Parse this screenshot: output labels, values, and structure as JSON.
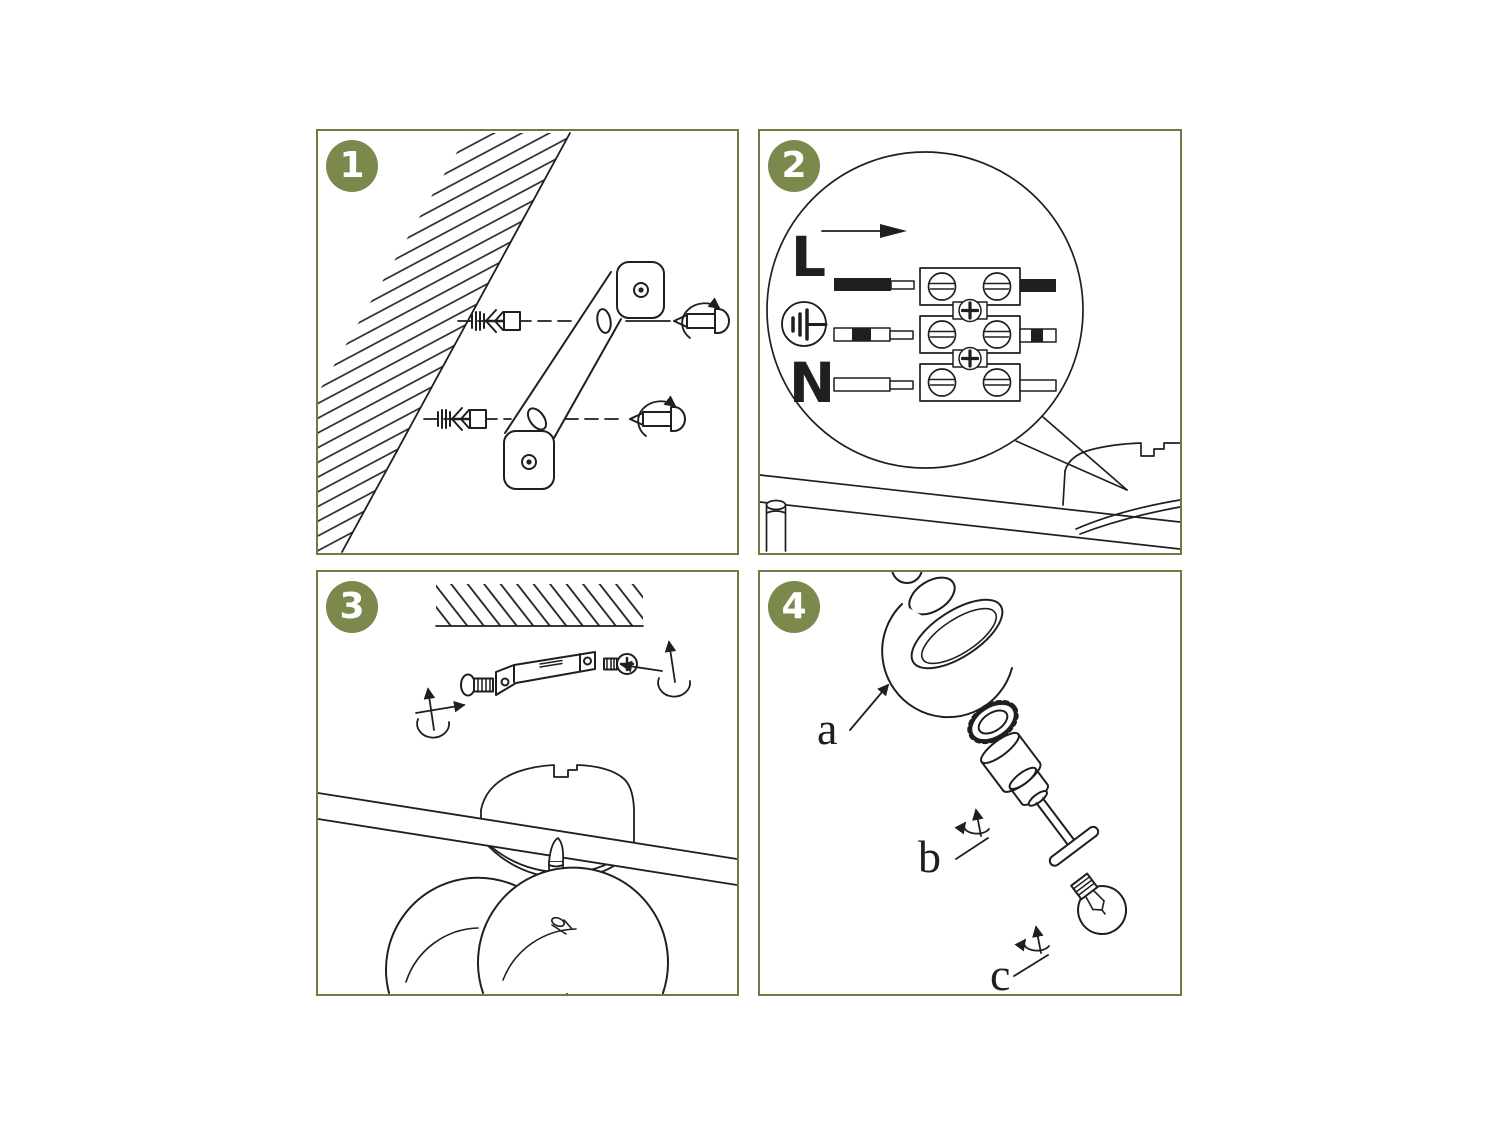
{
  "colors": {
    "badge_green": "#7b894c",
    "panel_border": "#6e7c40",
    "line_art": "#1f1f1f",
    "background": "#ffffff"
  },
  "panels": {
    "step1": {
      "number": "1"
    },
    "step2": {
      "number": "2",
      "wiring": {
        "live": "L",
        "neutral": "N",
        "earth_icon": "earth-ground-icon"
      }
    },
    "step3": {
      "number": "3"
    },
    "step4": {
      "number": "4",
      "parts": {
        "shade": "a",
        "socket": "b",
        "bulb": "c"
      }
    }
  }
}
